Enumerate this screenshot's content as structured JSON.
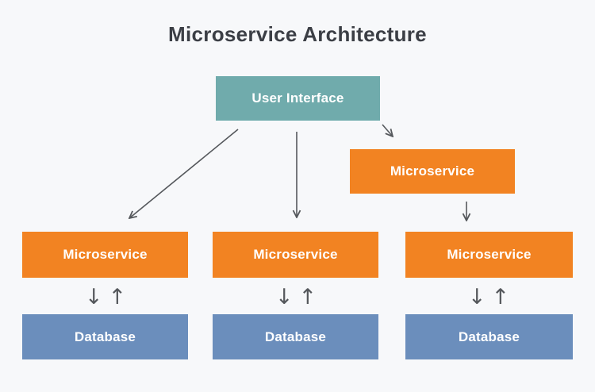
{
  "title": "Microservice Architecture",
  "colors": {
    "background": "#f7f8fa",
    "user_interface": "#70abac",
    "microservice": "#f28322",
    "database": "#6b8ebc",
    "arrow": "#55585c",
    "title_text": "#3b3e45",
    "box_text": "#ffffff"
  },
  "nodes": {
    "user_interface": {
      "label": "User Interface"
    },
    "microservice_top_right": {
      "label": "Microservice"
    },
    "microservice_left": {
      "label": "Microservice"
    },
    "microservice_middle": {
      "label": "Microservice"
    },
    "microservice_right": {
      "label": "Microservice"
    },
    "database_left": {
      "label": "Database"
    },
    "database_middle": {
      "label": "Database"
    },
    "database_right": {
      "label": "Database"
    }
  },
  "icons": {
    "down_arrow": "↓",
    "up_arrow": "↑"
  }
}
